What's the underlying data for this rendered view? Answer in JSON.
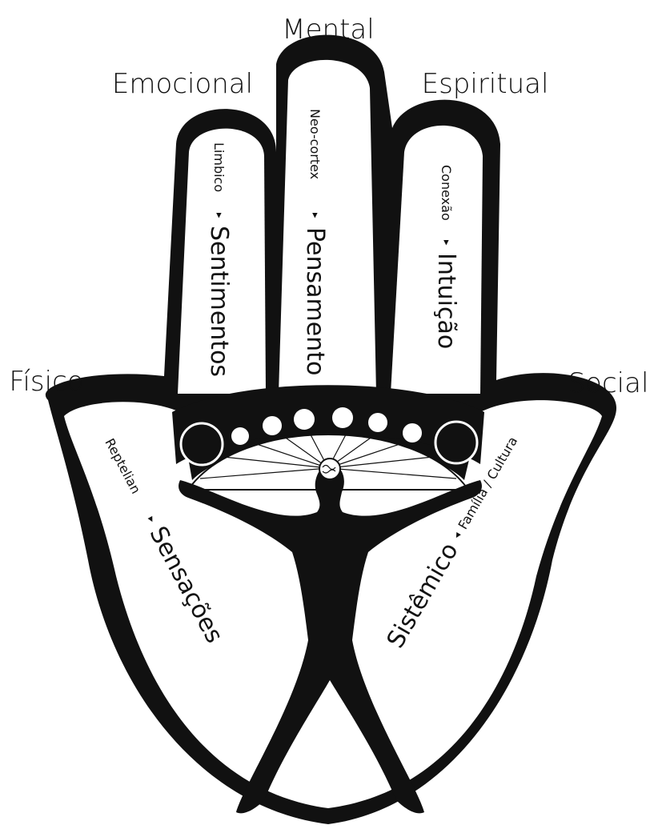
{
  "labels": {
    "mental": "Mental",
    "emocional": "Emocional",
    "espiritual": "Espiritual",
    "fisico": "Físico",
    "social": "Social"
  },
  "fingers": {
    "emocional": {
      "small": "Limbico",
      "arrow": "▸",
      "big": "Sentimentos"
    },
    "mental": {
      "small": "Neo-cortex",
      "arrow": "▸",
      "big": "Pensamento"
    },
    "espiritual": {
      "small": "Conexão",
      "arrow": "▸",
      "big": "Intuição"
    }
  },
  "left_palm": {
    "small": "Reptelian",
    "arrow": "▸",
    "big": "Sensações"
  },
  "right_palm": {
    "small": "Família / Cultura",
    "arrow": "◂",
    "big": "Sistêmico"
  },
  "colors": {
    "ink": "#111111",
    "paper": "#ffffff"
  },
  "icons": [
    "hamsa-hand-outline",
    "human-figure-icon",
    "brain-icon",
    "circle-dots-row"
  ]
}
